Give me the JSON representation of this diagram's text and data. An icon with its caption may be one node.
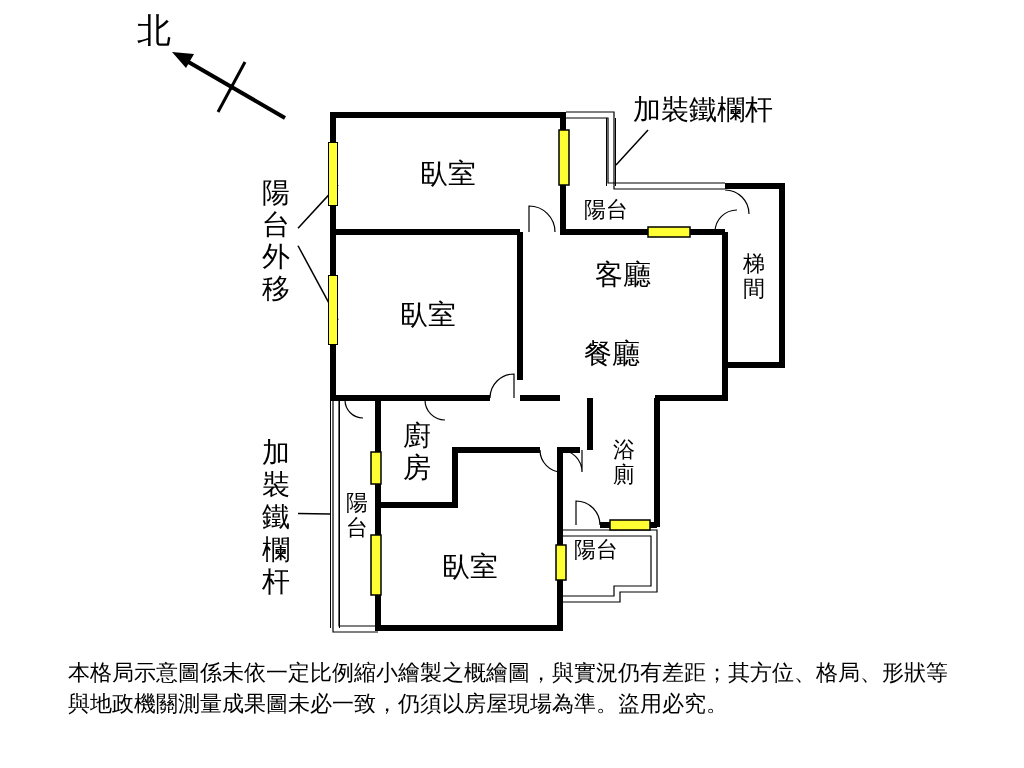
{
  "diagram": {
    "caption": "本格局示意圖係未依一定比例縮小繪製之概繪圖，與實況仍有差距；其方位、格局、形狀等與地政機關測量成果圖未必一致，仍須以房屋現場為準。盜用必究。",
    "nodes": [
      {
        "text": [
          "臥室"
        ]
      },
      {
        "text": [
          "臥室"
        ]
      },
      {
        "text": [
          "陽台"
        ]
      },
      {
        "text": [
          "客廳",
          "餐廳"
        ]
      },
      {
        "text": [
          "梯間"
        ]
      },
      {
        "text": [
          "廚房"
        ]
      },
      {
        "text": [
          "浴廁"
        ]
      },
      {
        "text": [
          "陽台"
        ]
      },
      {
        "text": [
          "陽台"
        ]
      },
      {
        "text": [
          "臥室"
        ]
      },
      {
        "text": [
          "陽台外移"
        ]
      },
      {
        "text": [
          "加裝鐵欄杆"
        ]
      },
      {
        "text": [
          "加裝鐵欄杆"
        ]
      },
      {
        "text": [],
        "shape": "bar"
      },
      {
        "text": [],
        "shape": "bar"
      },
      {
        "text": [],
        "shape": "bar"
      },
      {
        "text": [],
        "shape": "bar"
      }
    ],
    "edges": [
      {
        "from": 10,
        "to": 13,
        "arrow": "none"
      },
      {
        "from": 10,
        "to": 14,
        "arrow": "none"
      },
      {
        "from": 11,
        "to": 15,
        "arrow": "none"
      },
      {
        "from": 12,
        "to": 16,
        "arrow": "none"
      }
    ],
    "labels": [
      "北"
    ]
  }
}
